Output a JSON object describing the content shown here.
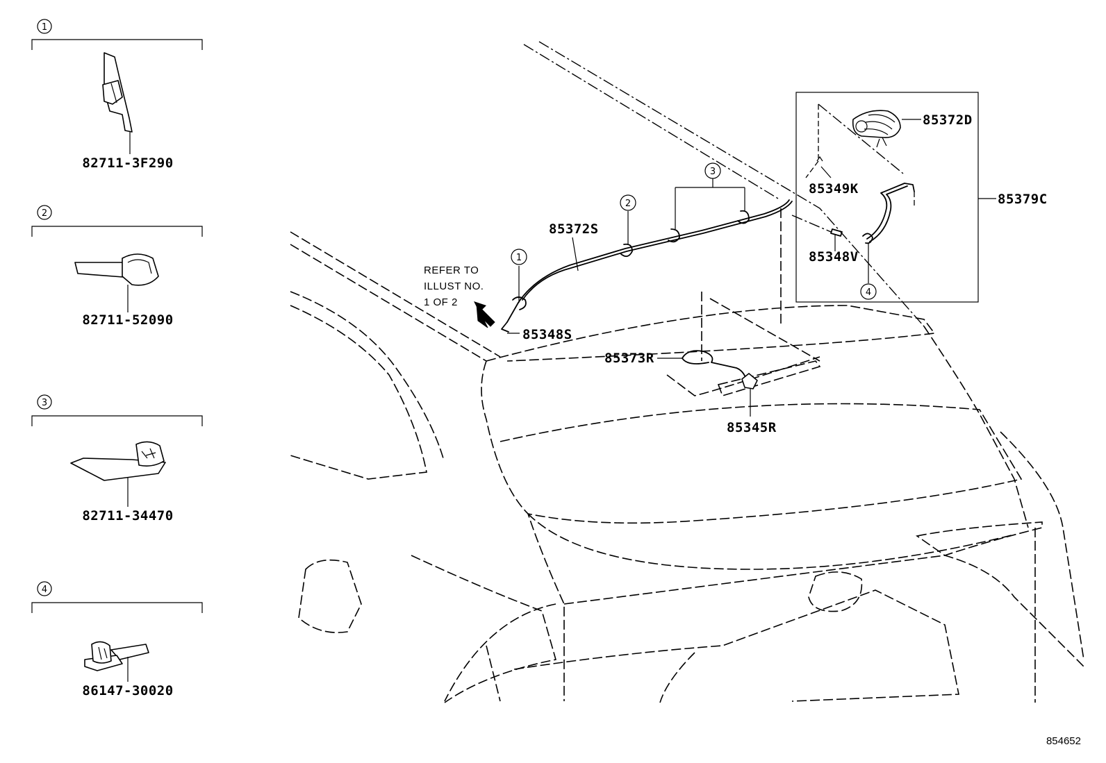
{
  "legend": [
    {
      "index": "1",
      "part_number": "82711-3F290"
    },
    {
      "index": "2",
      "part_number": "82711-52090"
    },
    {
      "index": "3",
      "part_number": "82711-34470"
    },
    {
      "index": "4",
      "part_number": "86147-30020"
    }
  ],
  "callouts": {
    "p85372S": "85372S",
    "p85348S": "85348S",
    "p85373R": "85373R",
    "p85345R": "85345R",
    "p85372D": "85372D",
    "p85349K": "85349K",
    "p85348V": "85348V",
    "p85379C": "85379C"
  },
  "refer_note": [
    "REFER TO",
    "ILLUST NO.",
    "1 OF 2"
  ],
  "clip_markers": {
    "c1": "1",
    "c2": "2",
    "c3": "3",
    "c4": "4"
  },
  "illustration_id": "854652"
}
